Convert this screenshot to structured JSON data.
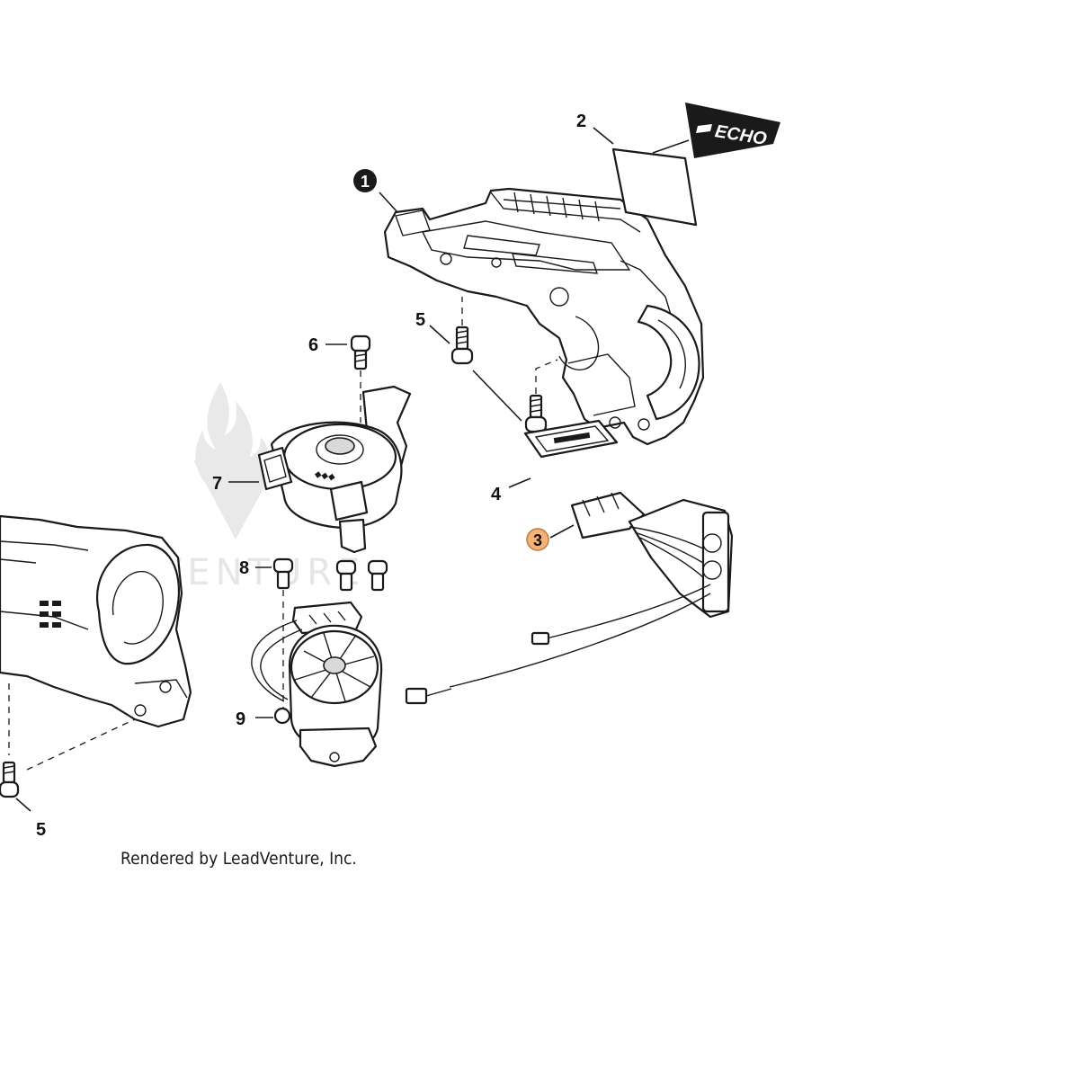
{
  "diagram": {
    "callouts": [
      {
        "id": "1",
        "style": "filled-circle"
      },
      {
        "id": "2",
        "style": "plain"
      },
      {
        "id": "3",
        "style": "highlighted-circle"
      },
      {
        "id": "4",
        "style": "plain"
      },
      {
        "id": "5",
        "style": "plain"
      },
      {
        "id": "5",
        "style": "plain"
      },
      {
        "id": "6",
        "style": "plain"
      },
      {
        "id": "7",
        "style": "plain"
      },
      {
        "id": "8",
        "style": "plain"
      },
      {
        "id": "9",
        "style": "plain"
      }
    ],
    "decal_text": "ECHO",
    "watermark_text": "LEADVENTURE",
    "credit": "Rendered by LeadVenture, Inc.",
    "colors": {
      "line": "#1a1a1a",
      "highlight": "#f2b27a",
      "highlight_stroke": "#c07a3a",
      "watermark": "#e6e6e6"
    }
  }
}
